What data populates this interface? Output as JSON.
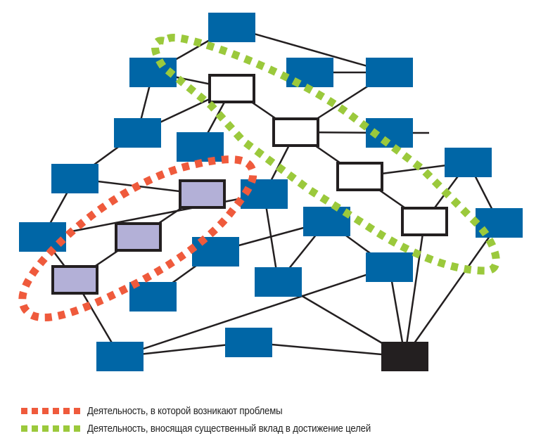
{
  "colors": {
    "blue_node": "#0066a6",
    "white_node_fill": "#ffffff",
    "lavender_node_fill": "#b3b0d7",
    "dark_node": "#231f20",
    "edge": "#231f20",
    "problem_loop": "#ef5a3c",
    "contribution_loop": "#9bc93c"
  },
  "nodes": [
    {
      "id": "B1",
      "type": "activity"
    },
    {
      "id": "B2",
      "type": "activity"
    },
    {
      "id": "B3",
      "type": "activity"
    },
    {
      "id": "B4",
      "type": "activity"
    },
    {
      "id": "B5",
      "type": "activity"
    },
    {
      "id": "B6",
      "type": "activity"
    },
    {
      "id": "B7",
      "type": "activity"
    },
    {
      "id": "B8",
      "type": "activity"
    },
    {
      "id": "B9",
      "type": "activity"
    },
    {
      "id": "B10",
      "type": "activity"
    },
    {
      "id": "B11",
      "type": "activity"
    },
    {
      "id": "B12",
      "type": "activity"
    },
    {
      "id": "B13",
      "type": "activity"
    },
    {
      "id": "B14",
      "type": "activity"
    },
    {
      "id": "B15",
      "type": "activity"
    },
    {
      "id": "B16",
      "type": "activity"
    },
    {
      "id": "B17",
      "type": "activity"
    },
    {
      "id": "B18",
      "type": "activity"
    },
    {
      "id": "B19",
      "type": "activity"
    },
    {
      "id": "K1",
      "type": "goal"
    },
    {
      "id": "W1",
      "type": "contributing"
    },
    {
      "id": "W2",
      "type": "contributing"
    },
    {
      "id": "W3",
      "type": "contributing"
    },
    {
      "id": "W4",
      "type": "contributing"
    },
    {
      "id": "L1",
      "type": "problem"
    },
    {
      "id": "L2",
      "type": "problem"
    },
    {
      "id": "L3",
      "type": "problem"
    }
  ],
  "edges": [
    [
      "B1",
      "B2"
    ],
    [
      "B1",
      "B4"
    ],
    [
      "B2",
      "B5"
    ],
    [
      "B2",
      "W1"
    ],
    [
      "B3",
      "B4"
    ],
    [
      "B4",
      "W2"
    ],
    [
      "B5",
      "B8"
    ],
    [
      "B5",
      "W1"
    ],
    [
      "B6",
      "W1"
    ],
    [
      "B8",
      "B11"
    ],
    [
      "B8",
      "L1"
    ],
    [
      "W1",
      "W2"
    ],
    [
      "W2",
      "B7"
    ],
    [
      "W2",
      "W3"
    ],
    [
      "W2",
      "B10"
    ],
    [
      "W3",
      "B9"
    ],
    [
      "W3",
      "W4"
    ],
    [
      "B9",
      "W4"
    ],
    [
      "B9",
      "B13"
    ],
    [
      "L1",
      "L2"
    ],
    [
      "L2",
      "L3"
    ],
    [
      "B11",
      "L3"
    ],
    [
      "L3",
      "B19"
    ],
    [
      "B10",
      "B16"
    ],
    [
      "B12",
      "B14"
    ],
    [
      "B12",
      "B15"
    ],
    [
      "B14",
      "B17"
    ],
    [
      "B16",
      "B12"
    ],
    [
      "B19",
      "B18"
    ],
    [
      "B19",
      "B15"
    ],
    [
      "B18",
      "K1"
    ],
    [
      "B16",
      "K1"
    ],
    [
      "B15",
      "K1"
    ],
    [
      "W4",
      "K1"
    ],
    [
      "B13",
      "K1"
    ],
    [
      "B11",
      "B10"
    ]
  ],
  "legend": [
    {
      "key": "problem",
      "label": "Деятельность, в которой возникают проблемы"
    },
    {
      "key": "contribution",
      "label": "Деятельность, вносящая существенный вклад в достижение целей"
    }
  ]
}
